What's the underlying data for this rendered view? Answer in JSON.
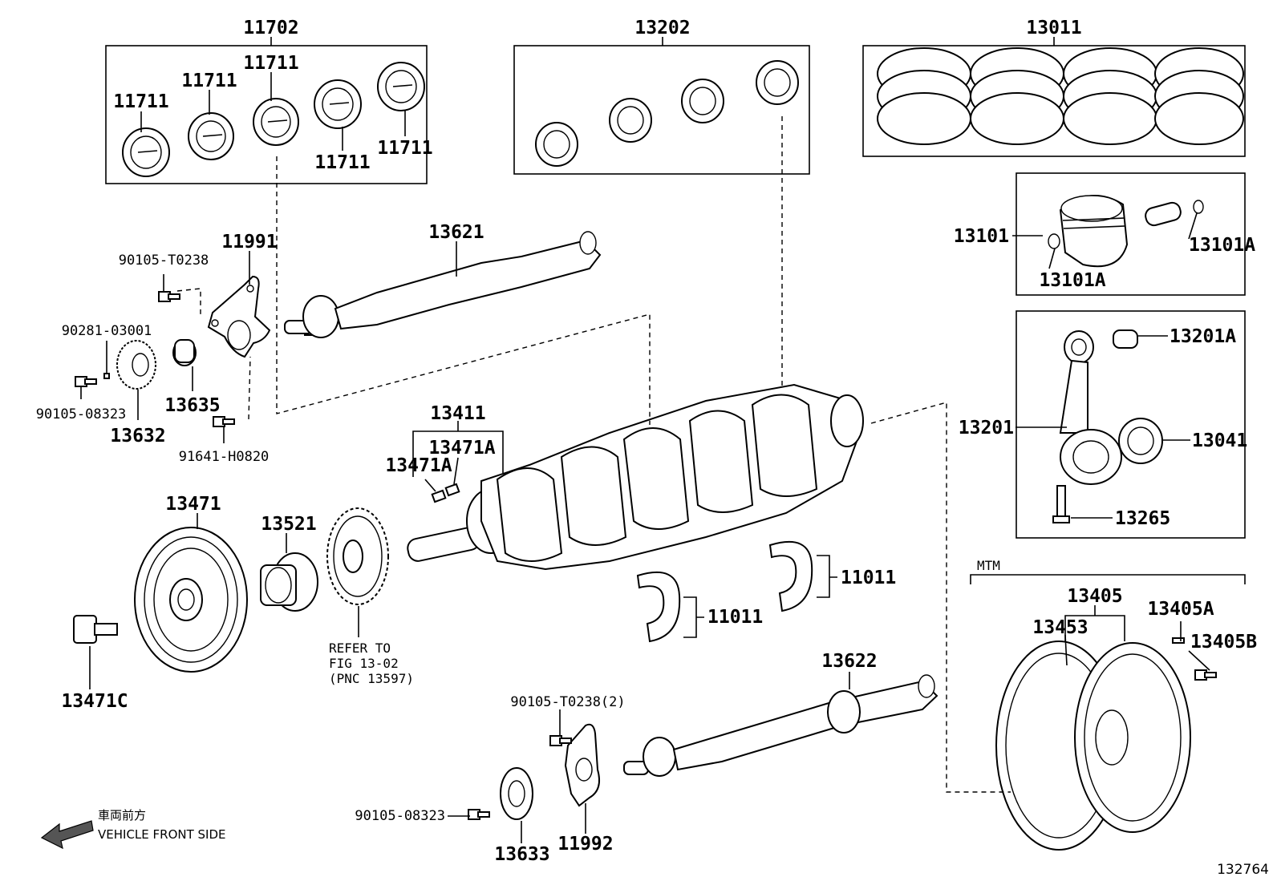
{
  "callouts": {
    "c11702": "11702",
    "c11711_a": "11711",
    "c11711_b": "11711",
    "c11711_c": "11711",
    "c11711_d": "11711",
    "c11711_e": "11711",
    "c13202": "13202",
    "c13011": "13011",
    "c13101": "13101",
    "c13101a_r": "13101A",
    "c13101a_l": "13101A",
    "c13201a": "13201A",
    "c13201": "13201",
    "c13041": "13041",
    "c13265": "13265",
    "c13621": "13621",
    "c11991": "11991",
    "c90105_t0238": "90105-T0238",
    "c90281_03001": "90281-03001",
    "c90105_08323_l": "90105-08323",
    "c13635": "13635",
    "c13632": "13632",
    "c91641_h0820": "91641-H0820",
    "c13411": "13411",
    "c13471a_r": "13471A",
    "c13471a_l": "13471A",
    "c13471": "13471",
    "c13521": "13521",
    "c13471c": "13471C",
    "c11011_r": "11011",
    "c11011_l": "11011",
    "c13622": "13622",
    "c90105_t0238_2": "90105-T0238(2)",
    "c90105_08323_b": "90105-08323",
    "c13633": "13633",
    "c11992": "11992",
    "c13405": "13405",
    "c13405a": "13405A",
    "c13405b": "13405B",
    "c13453": "13453"
  },
  "refer": {
    "line1": "REFER TO",
    "line2": "FIG 13-02",
    "line3": "(PNC 13597)"
  },
  "mtm_label": "MTM",
  "front": {
    "jp": "車両前方",
    "en": "VEHICLE FRONT SIDE"
  },
  "figure_number": "132764"
}
